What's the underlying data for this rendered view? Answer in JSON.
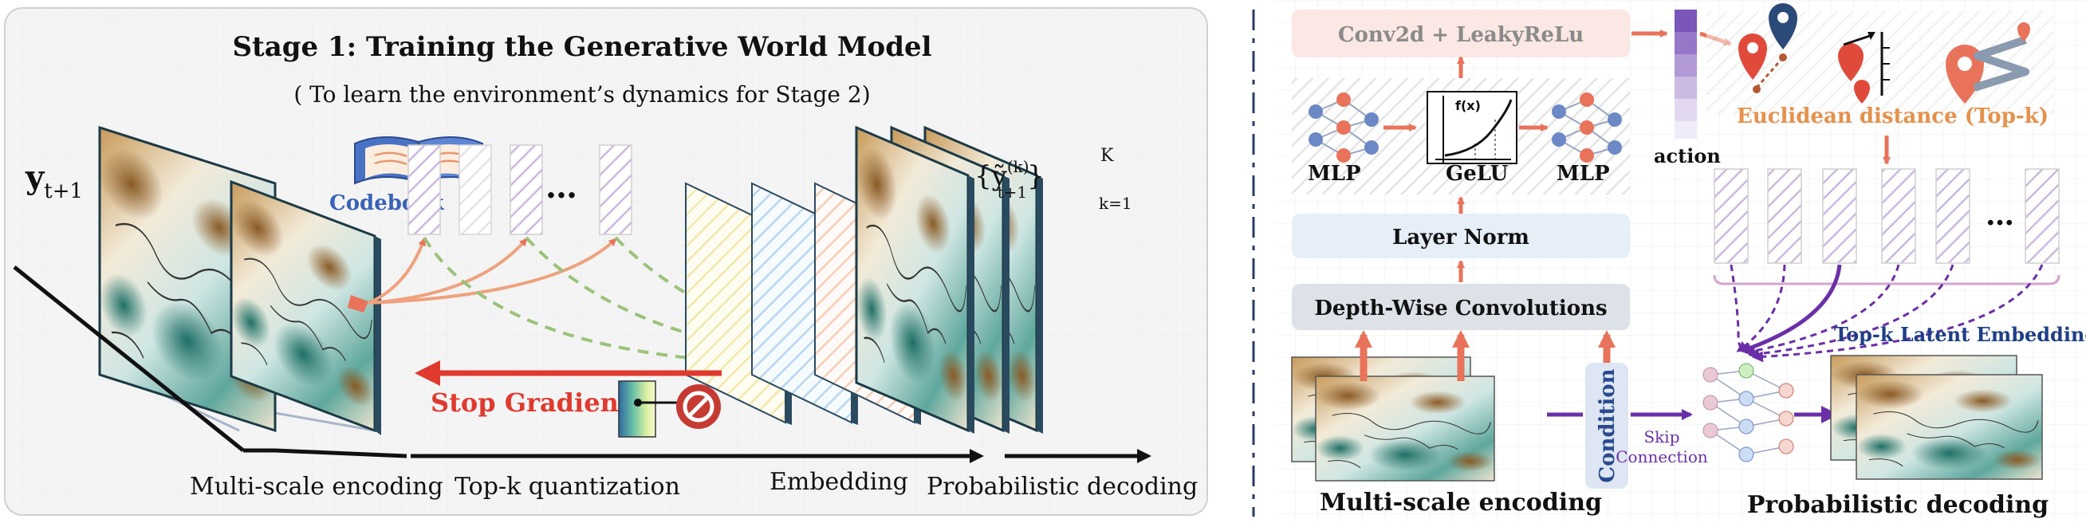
{
  "stage1": {
    "title": "Stage 1: Training the Generative World Model",
    "subtitle": "( To learn the environment’s dynamics for Stage 2)",
    "input_label": "y",
    "input_sub": "t+1",
    "codebook_label": "Codebook",
    "ellipsis": "…",
    "output_label": "{ỹ",
    "output_sup": "(k)",
    "output_sub": "t+1",
    "output_close": "}",
    "output_K": "K",
    "output_k1": "k=1",
    "stop_gradient": "Stop Gradient",
    "steps": [
      "Multi-scale encoding",
      "Top-k quantization",
      "Embedding",
      "Probabilistic decoding"
    ]
  },
  "stage2": {
    "conv_block": "Conv2d + LeakyReLu",
    "mlp_left": "MLP",
    "gelu": "GeLU",
    "fx": "f(x)",
    "mlp_right": "MLP",
    "layer_norm": "Layer Norm",
    "depthwise": "Depth-Wise Convolutions",
    "action": "action",
    "euclid": "Euclidean distance (Top-k)",
    "ellipsis": "…",
    "topk_embedding": "Top-k Latent Embedding",
    "condition": "Condition",
    "skip1": "Skip",
    "skip2": "Connection",
    "enc_label": "Multi-scale encoding",
    "dec_label": "Probabilistic decoding"
  },
  "colors": {
    "orange": "#e8735a",
    "red": "#e03a2e",
    "purple": "#6a2fa8",
    "green_dash": "#9bc27a",
    "codebook_blue": "#3a62b8",
    "euclid_orange": "#e5914c"
  }
}
